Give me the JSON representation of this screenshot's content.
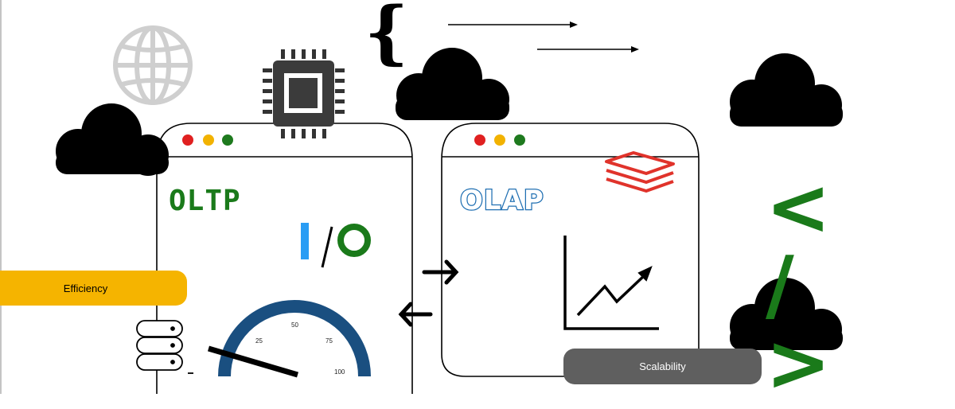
{
  "windows": {
    "left": {
      "title": "OLTP"
    },
    "right": {
      "title": "OLAP"
    }
  },
  "io_label": {
    "i": "I",
    "slash": "/",
    "o": "O"
  },
  "pills": {
    "efficiency": "Efficiency",
    "scalability": "Scalability"
  },
  "gauge": {
    "ticks": [
      "25",
      "50",
      "75",
      "100"
    ],
    "color": "#1a4f80"
  },
  "code_tag": "</>",
  "brace": "{",
  "colors": {
    "oltp_green": "#1a7a1a",
    "olap_blue": "#1f6fb2",
    "efficiency_yellow": "#f5b400",
    "scalability_gray": "#5f5f5f",
    "traffic_red": "#e02020",
    "traffic_yellow": "#f2b200",
    "traffic_green": "#1e7a1e",
    "io_blue": "#2a9df4",
    "stack_red": "#e0332b"
  },
  "icons": [
    "globe-icon",
    "cpu-chip-icon",
    "cloud-icon",
    "database-icon",
    "speedometer-gauge-icon",
    "line-chart-icon",
    "layers-stack-icon",
    "arrow-right-icon",
    "arrow-left-icon",
    "code-tag-icon"
  ]
}
